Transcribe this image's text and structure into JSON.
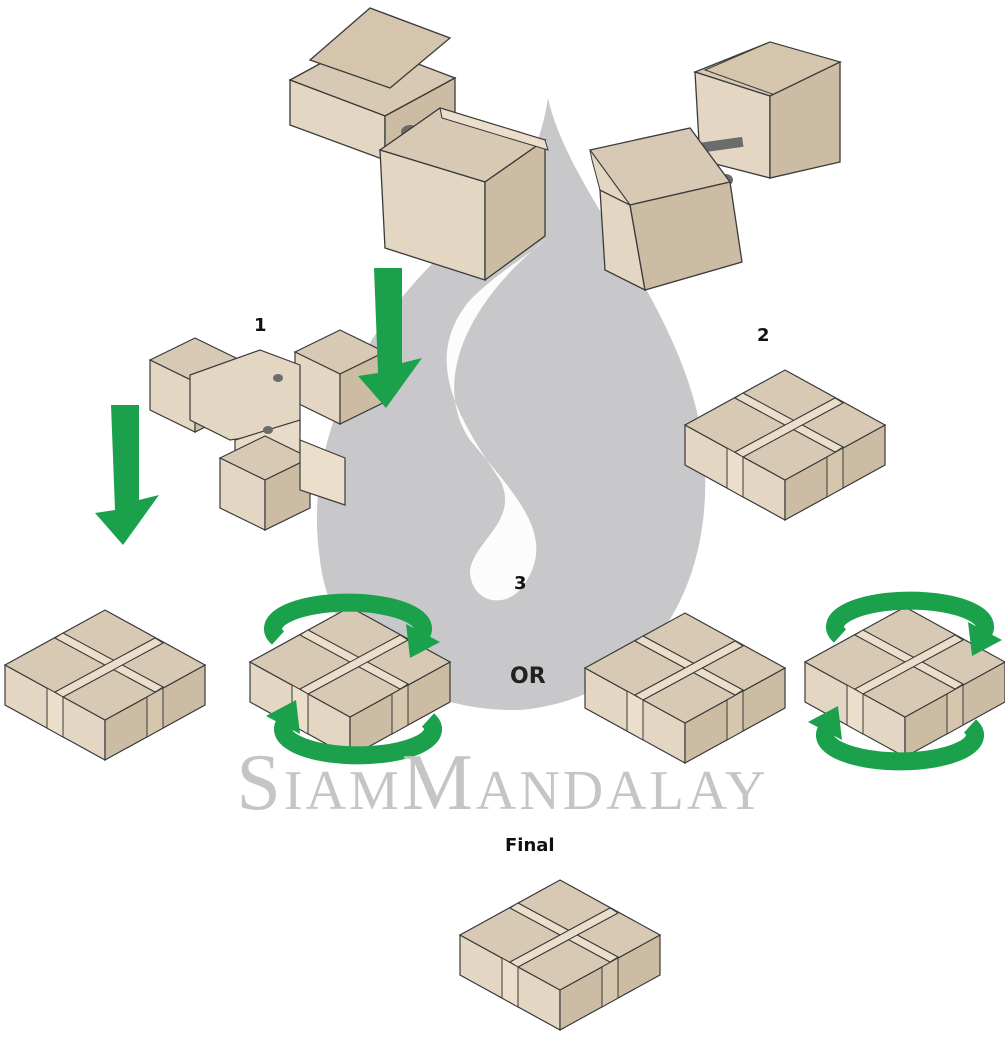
{
  "labels": {
    "step1": "1",
    "step2": "2",
    "step3": "3",
    "or": "OR",
    "final": "Final"
  },
  "watermark": "SiamMandalay",
  "colors": {
    "wood_top": "#d8c9b4",
    "wood_front": "#e3d6c2",
    "wood_side": "#cdbca4",
    "wood_light": "#ebdfcb",
    "outline": "#3a3a3a",
    "arrow_green": "#1ba14b",
    "logo_gray": "#c8c8ca",
    "dowel": "#6c6c6c"
  },
  "icons": {
    "down_arrow": "down-arrow-icon",
    "rotate_arrow": "rotate-arrow-icon",
    "puzzle_piece": "puzzle-piece-icon",
    "logo_drop": "water-drop-logo"
  }
}
